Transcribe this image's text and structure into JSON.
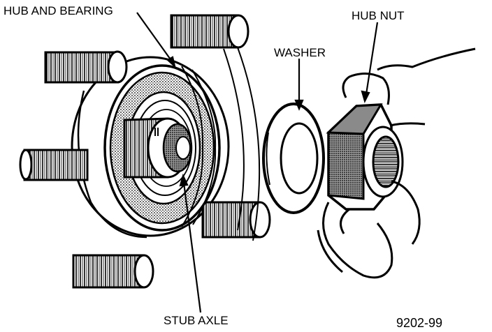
{
  "labels": {
    "hub_and_bearing": "HUB AND BEARING",
    "hub_nut": "HUB NUT",
    "washer": "WASHER",
    "stub_axle": "STUB AXLE",
    "figure_id": "9202-99"
  },
  "colors": {
    "ink": "#000000",
    "paper": "#ffffff",
    "shade": "#6a6a6a"
  }
}
